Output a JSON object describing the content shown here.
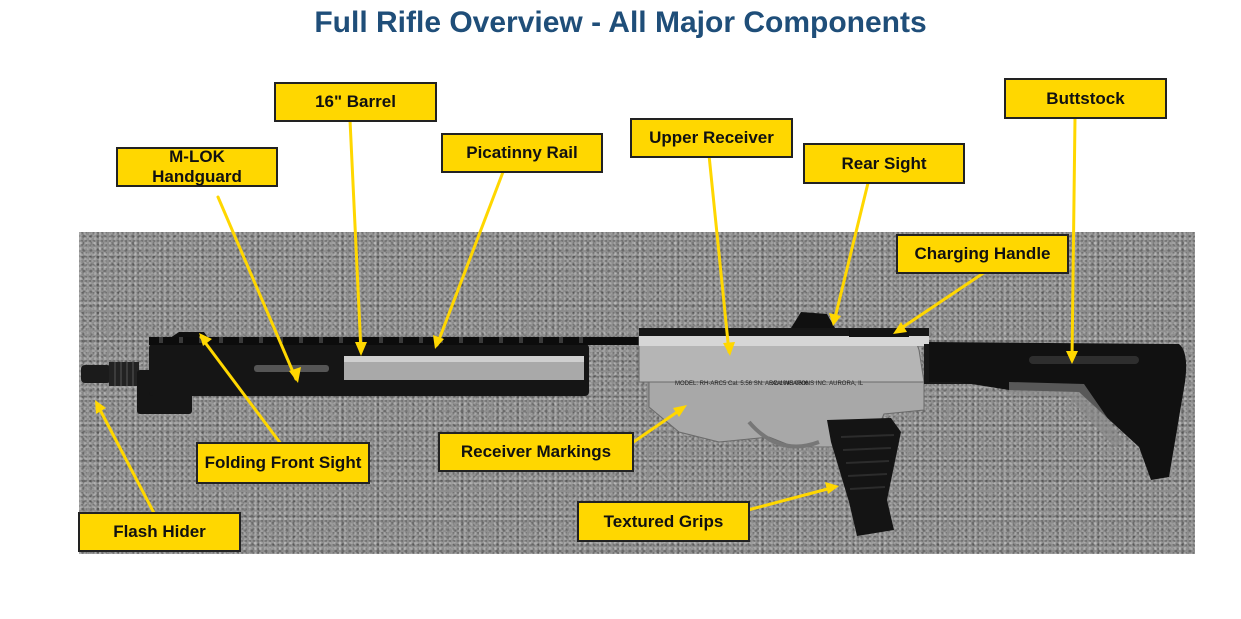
{
  "title": "Full Rifle Overview - All Major Components",
  "colors": {
    "title": "#1f4e79",
    "label_fill": "#ffd700",
    "leader": "#ffd700"
  },
  "labels": {
    "barrel": "16\" Barrel",
    "mlok": "M-LOK Handguard",
    "picatinny": "Picatinny Rail",
    "upper": "Upper Receiver",
    "rear_sight": "Rear Sight",
    "buttstock": "Buttstock",
    "charging": "Charging Handle",
    "front_sight": "Folding Front Sight",
    "markings": "Receiver Markings",
    "grips": "Textured Grips",
    "flash": "Flash Hider"
  },
  "receiver_engraving": {
    "left": "MODEL: RH-ARC5 Cal. 5.56 SN: ARC-1043-0506",
    "right": "LAW WEAPONS INC. AURORA, IL"
  }
}
